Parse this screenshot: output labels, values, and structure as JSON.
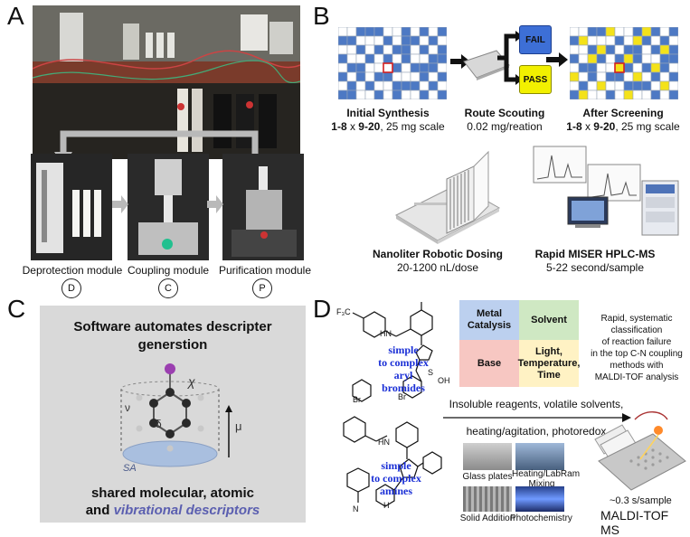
{
  "panel_a": {
    "letter": "A",
    "modules": [
      {
        "label": "Deprotection module",
        "badge": "D"
      },
      {
        "label": "Coupling module",
        "badge": "C"
      },
      {
        "label": "Purification module",
        "badge": "P"
      }
    ]
  },
  "panel_b": {
    "letter": "B",
    "fail_label": "FAIL",
    "pass_label": "PASS",
    "initial": {
      "title": "Initial Synthesis",
      "line2_a": "1-8",
      "line2_b": " x ",
      "line2_c": "9-20",
      "line2_d": ", 25 mg scale"
    },
    "scouting": {
      "title": "Route Scouting",
      "line2": "0.02 mg/reation"
    },
    "after": {
      "title": "After Screening",
      "line2_a": "1-8",
      "line2_b": " x ",
      "line2_c": "9-20",
      "line2_d": ", 25 mg scale"
    },
    "dosing": {
      "title": "Nanoliter Robotic Dosing",
      "line2": "20-1200 nL/dose"
    },
    "miser": {
      "title": "Rapid MISER HPLC-MS",
      "line2": "5-22 second/sample"
    }
  },
  "panel_c": {
    "letter": "C",
    "headline_1": "Software automates descripter",
    "headline_2": "generstion",
    "footer_1": "shared molecular, atomic",
    "footer_2a": "and ",
    "footer_2b": "vibrational descriptors",
    "sym_chi": "χ",
    "sym_nu": "ν",
    "sym_delta": "δ",
    "sym_mu": "μ",
    "sym_sa": "SA"
  },
  "panel_d": {
    "letter": "D",
    "aryl_label_1": "simple",
    "aryl_label_2": "to complex",
    "aryl_label_3": "aryl",
    "aryl_label_4": "bromides",
    "amine_label_1": "simple",
    "amine_label_2": "to complex",
    "amine_label_3": "amines",
    "quadrants": {
      "metal": "Metal Catalysis",
      "solvent": "Solvent",
      "base": "Base",
      "light": "Light, Temperature, Time"
    },
    "side_text": [
      "Rapid, systematic",
      "classification",
      "of reaction failure",
      "in the top C-N coupling",
      "methods with",
      "MALDI-TOF analysis"
    ],
    "arrow_text_1": "Insoluble reagents, volatile solvents,",
    "arrow_text_2": "heating/agitation, photoredox",
    "thumbs": [
      "Glass plates",
      "Heating/LabRam Mixing",
      "Solid Addition",
      "Photochemistry"
    ],
    "rate": "~0.3 s/sample",
    "maldi": "MALDI-TOF MS",
    "atoms": {
      "f3c": "F₃C",
      "n": "N",
      "hn": "HN",
      "s": "S",
      "oh": "OH",
      "br": "Br",
      "h": "H",
      "nh": "HN"
    }
  },
  "colors": {
    "grid_blue": "#4d79c4",
    "grid_yellow": "#f4e21a",
    "fail_blue": "#3d6fd6",
    "pass_yellow": "#f2f000",
    "metal": "#bcd0ef",
    "solvent": "#cfe8c3",
    "base": "#f7c7c2",
    "light": "#fff2c4",
    "panel_c_bg": "#d9d9d9"
  }
}
